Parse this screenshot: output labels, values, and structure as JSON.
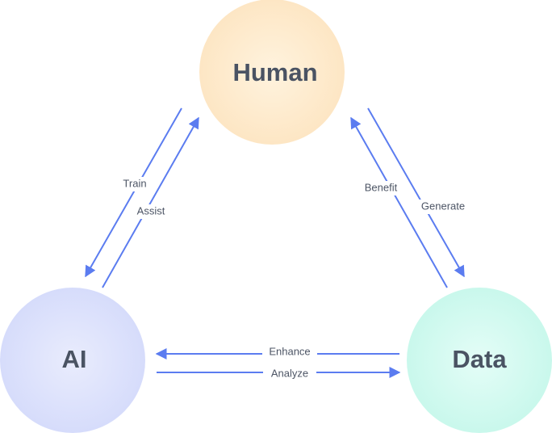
{
  "nodes": {
    "human": {
      "label": "Human",
      "color_center": "#fff3de",
      "color_edge": "#fde6c4"
    },
    "ai": {
      "label": "AI",
      "color_center": "#e9ecfd",
      "color_edge": "#d6dcfb"
    },
    "data": {
      "label": "Data",
      "color_center": "#e4fdf7",
      "color_edge": "#c9f8ec"
    }
  },
  "edges": {
    "train": {
      "label": "Train"
    },
    "assist": {
      "label": "Assist"
    },
    "benefit": {
      "label": "Benefit"
    },
    "generate": {
      "label": "Generate"
    },
    "enhance": {
      "label": "Enhance"
    },
    "analyze": {
      "label": "Analyze"
    }
  },
  "colors": {
    "arrow": "#5b7cf0",
    "text": "#4a5363"
  }
}
